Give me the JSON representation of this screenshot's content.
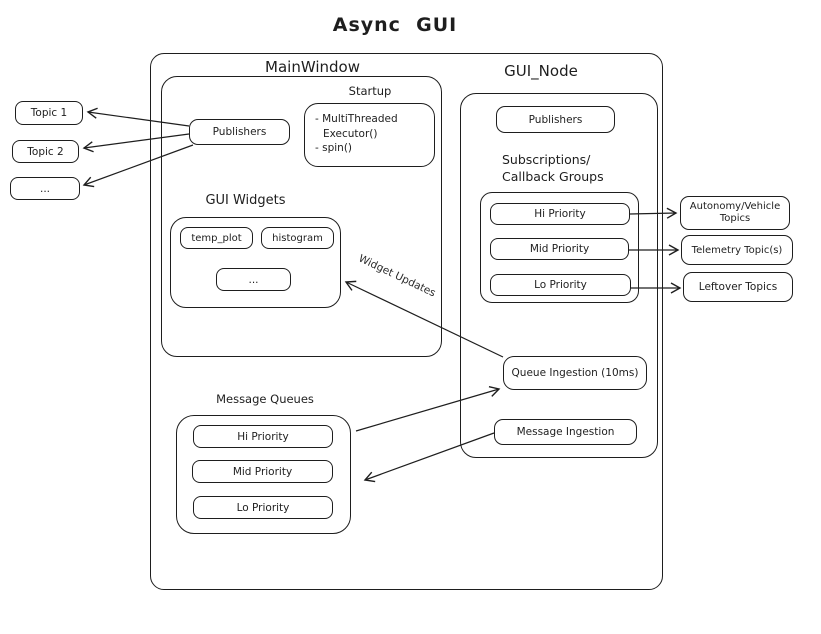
{
  "title": "Async  GUI",
  "colors": {
    "stroke": "#1e1e1e",
    "background": "#ffffff"
  },
  "main_window": {
    "label": "MainWindow",
    "publishers_label": "Publishers",
    "startup": {
      "label": "Startup",
      "line1": "- MultiThreaded",
      "line2": "Executor()",
      "line3": "- spin()"
    },
    "gui_widgets": {
      "label": "GUI Widgets",
      "items": [
        "temp_plot",
        "histogram",
        "..."
      ]
    }
  },
  "message_queues": {
    "label": "Message Queues",
    "items": [
      "Hi Priority",
      "Mid Priority",
      "Lo Priority"
    ]
  },
  "gui_node": {
    "label": "GUI_Node",
    "publishers_label": "Publishers",
    "subscriptions": {
      "label_line1": "Subscriptions/",
      "label_line2": "Callback Groups",
      "items": [
        "Hi Priority",
        "Mid Priority",
        "Lo Priority"
      ]
    },
    "queue_ingestion_label": "Queue Ingestion (10ms)",
    "message_ingestion_label": "Message Ingestion"
  },
  "published_topics": [
    "Topic 1",
    "Topic 2",
    "..."
  ],
  "subscribed_topics": {
    "autonomy_line1": "Autonomy/Vehicle",
    "autonomy_line2": "Topics",
    "telemetry": "Telemetry Topic(s)",
    "leftover": "Leftover Topics"
  },
  "arrow_labels": {
    "widget_updates": "Widget Updates"
  }
}
